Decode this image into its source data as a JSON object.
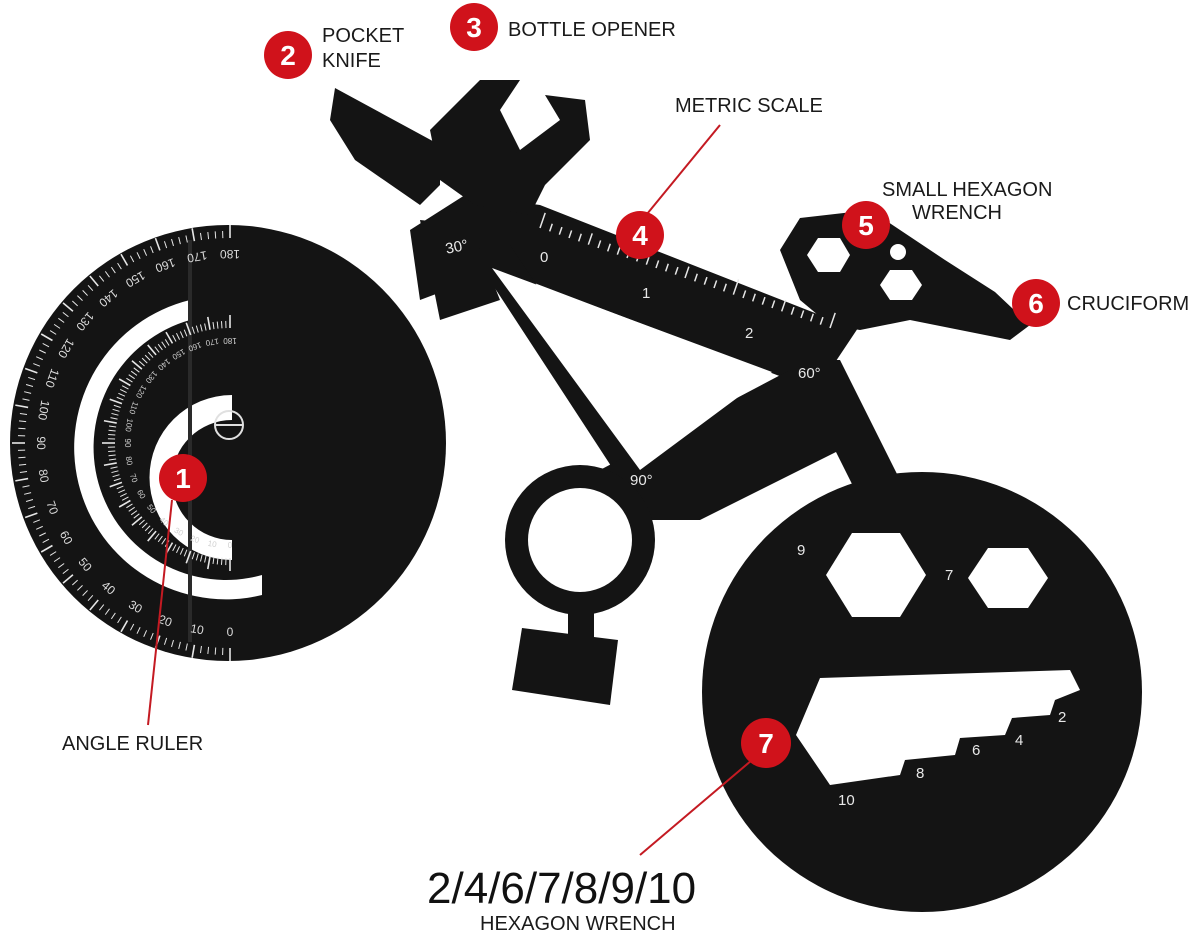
{
  "callouts": [
    {
      "number": "1",
      "label": "ANGLE RULER"
    },
    {
      "number": "2",
      "label_line1": "POCKET",
      "label_line2": "KNIFE"
    },
    {
      "number": "3",
      "label": "BOTTLE OPENER"
    },
    {
      "number": "4",
      "label": "METRIC SCALE"
    },
    {
      "number": "5",
      "label_line1": "SMALL HEXAGON",
      "label_line2": "WRENCH"
    },
    {
      "number": "6",
      "label": "CRUCIFORM"
    },
    {
      "number": "7",
      "label_sizes": "2/4/6/7/8/9/10",
      "label": "HEXAGON WRENCH"
    }
  ],
  "engravings": {
    "angle_30": "30°",
    "angle_60": "60°",
    "angle_90": "90°",
    "scale_0": "0",
    "scale_1": "1",
    "scale_2": "2",
    "hex_9": "9",
    "hex_7": "7",
    "key_2": "2",
    "key_4": "4",
    "key_6": "6",
    "key_8": "8",
    "key_10": "10"
  },
  "protractor_outer": [
    "0",
    "10",
    "20",
    "30",
    "40",
    "50",
    "60",
    "70",
    "80",
    "90",
    "100",
    "110",
    "120",
    "130",
    "140",
    "150",
    "160",
    "170",
    "180"
  ],
  "protractor_inner": [
    "0",
    "10",
    "20",
    "30",
    "40",
    "50",
    "60",
    "70",
    "80",
    "90",
    "100",
    "110",
    "120",
    "130",
    "140",
    "150",
    "160",
    "170",
    "180"
  ],
  "colors": {
    "badge": "#d0121b",
    "leader": "#c41a22",
    "tool": "#141414",
    "text": "#1a1a1a"
  }
}
